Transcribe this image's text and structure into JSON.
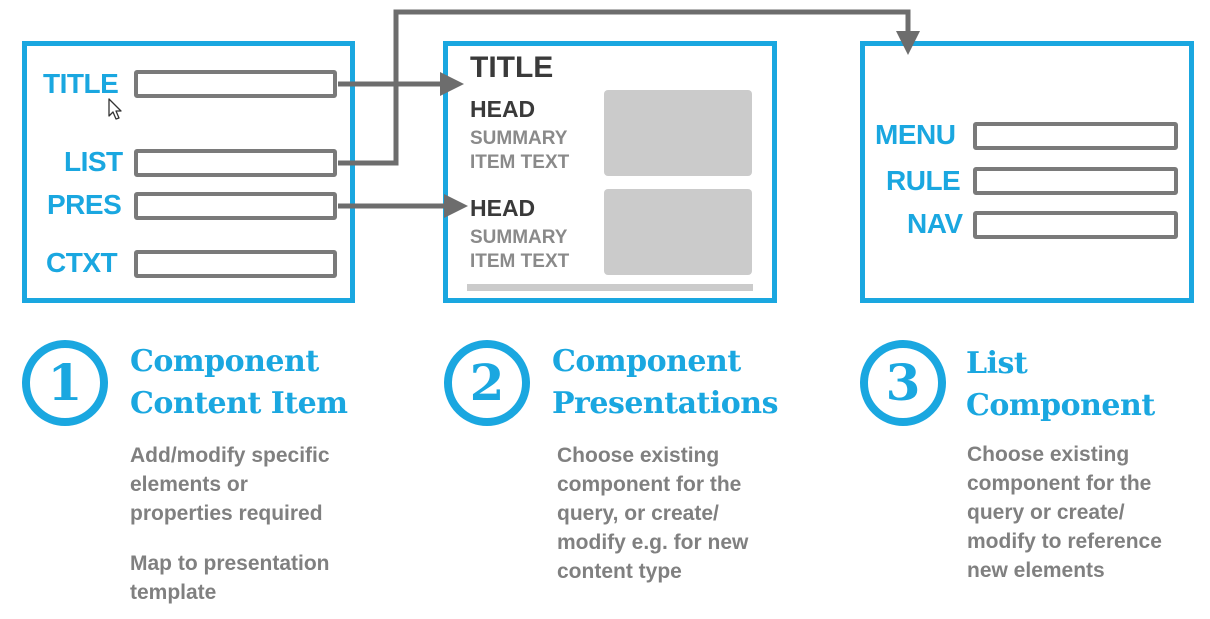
{
  "panel1": {
    "fields": [
      {
        "label": "TITLE"
      },
      {
        "label": "LIST"
      },
      {
        "label": "PRES"
      },
      {
        "label": "CTXT"
      }
    ]
  },
  "panel2": {
    "title": "TITLE",
    "items": [
      {
        "head": "HEAD",
        "summary": "SUMMARY",
        "item_text": "ITEM TEXT"
      },
      {
        "head": "HEAD",
        "summary": "SUMMARY",
        "item_text": "ITEM TEXT"
      }
    ]
  },
  "panel3": {
    "fields": [
      {
        "label": "MENU"
      },
      {
        "label": "RULE"
      },
      {
        "label": "NAV"
      }
    ]
  },
  "steps": [
    {
      "number": "1",
      "title_lines": [
        "Component",
        "Content Item"
      ],
      "desc_lines": [
        "Add/modify specific",
        "elements or",
        "properties required"
      ],
      "desc2_lines": [
        "Map to presentation",
        "template"
      ]
    },
    {
      "number": "2",
      "title_lines": [
        "Component",
        "Presentations"
      ],
      "desc_lines": [
        "Choose existing",
        "component for the",
        "query, or create/",
        "modify e.g. for new",
        "content type"
      ]
    },
    {
      "number": "3",
      "title_lines": [
        "List",
        "Component"
      ],
      "desc_lines": [
        "Choose existing",
        "component for the",
        "query or create/",
        "modify to reference",
        "new elements"
      ]
    }
  ],
  "colors": {
    "accent": "#1aa7e0",
    "connector": "#6d6d6d",
    "field_border": "#7a7a7a",
    "thumbnail": "#cbcbcb",
    "body_text": "#808080"
  }
}
